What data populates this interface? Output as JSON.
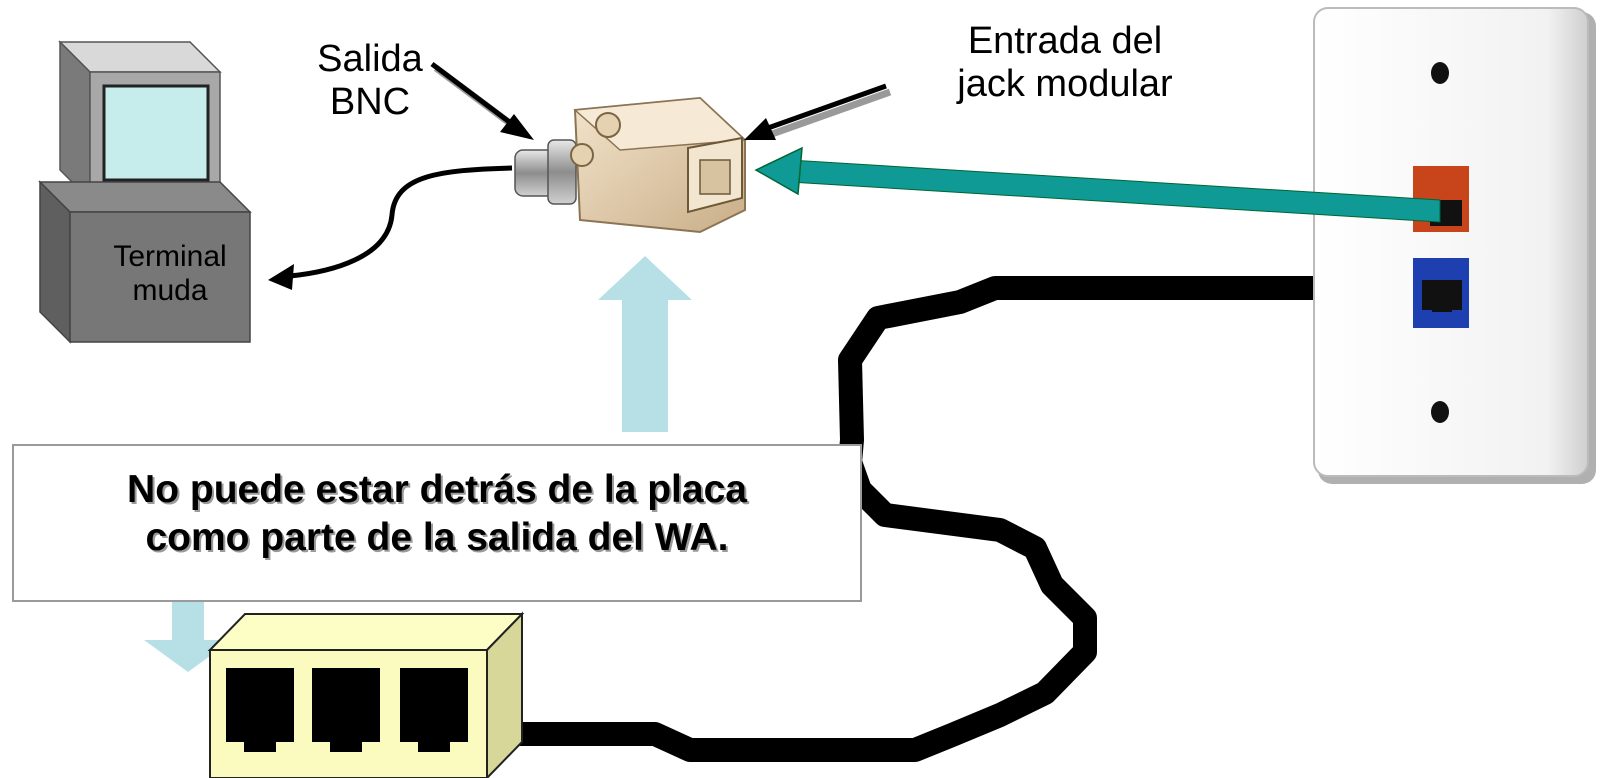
{
  "labels": {
    "bnc_line1": "Salida",
    "bnc_line2": "BNC",
    "jack_line1": "Entrada del",
    "jack_line2": "jack modular",
    "terminal_line1": "Terminal",
    "terminal_line2": "muda"
  },
  "note": {
    "line1": "No puede estar detrás de la placa",
    "line2": "como parte de la salida del WA."
  },
  "colors": {
    "teal_cable": "#0f9a96",
    "light_arrow": "#b7e0e6",
    "orange_port": "#c8451c",
    "blue_port": "#1d3fb0",
    "adapter_beige": "#e6d2b4",
    "box_yellow": "#fbfbc0"
  },
  "icons": [
    "terminal-icon",
    "bnc-adapter-icon",
    "wall-plate-icon",
    "surface-box-icon"
  ]
}
